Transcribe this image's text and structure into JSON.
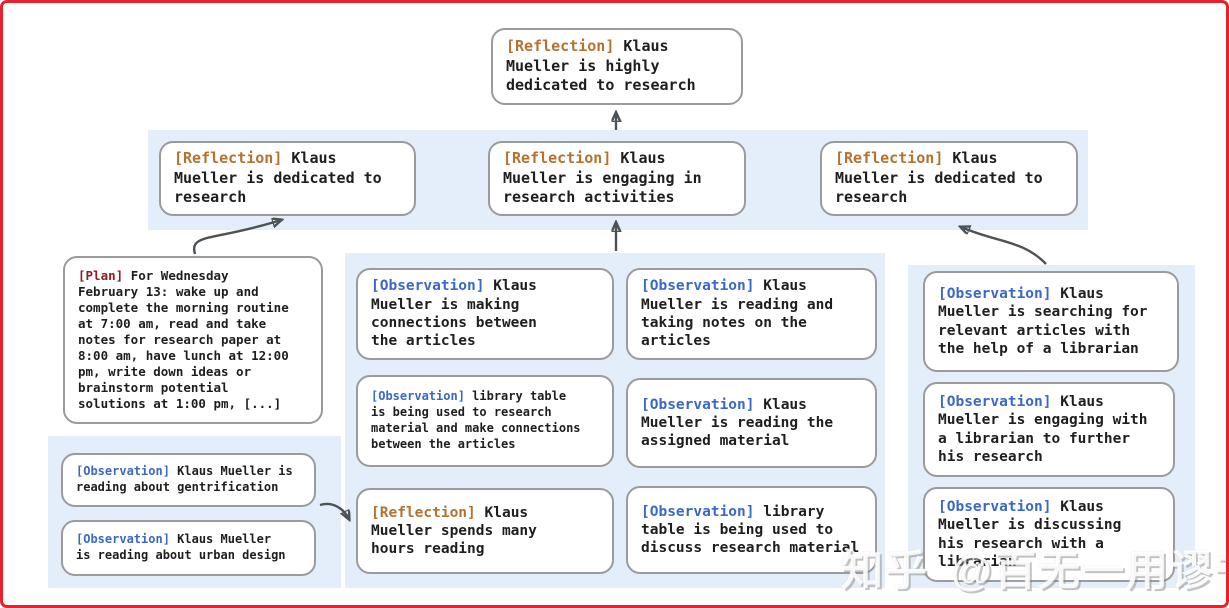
{
  "colors": {
    "frame": "#e8212e",
    "band": "#e4eefa",
    "box_border": "#9b9b9b",
    "text": "#1e1e1e",
    "reflection_tag": "#b5722f",
    "observation_tag": "#3a68c8",
    "plan_tag": "#8e1c1c",
    "arrow": "#4d5257"
  },
  "tree": {
    "root": {
      "tag": "[Reflection]",
      "text": "Klaus Mueller is highly dedicated to research"
    },
    "level2": [
      {
        "tag": "[Reflection]",
        "text": "Klaus Mueller is dedicated to research"
      },
      {
        "tag": "[Reflection]",
        "text": "Klaus Mueller is engaging in research activities"
      },
      {
        "tag": "[Reflection]",
        "text": "Klaus Mueller is dedicated to research"
      }
    ],
    "plan": {
      "tag": "[Plan]",
      "text": "For Wednesday February 13: wake up and complete the morning routine at 7:00 am, read and take notes for research paper at 8:00 am, have lunch at 12:00 pm, write down ideas or brainstorm potential solutions at 1:00 pm, [...]"
    },
    "left_observations": [
      {
        "tag": "[Observation]",
        "text": "Klaus Mueller is reading about gentrification"
      },
      {
        "tag": "[Observation]",
        "text": "Klaus Mueller is reading about urban design"
      }
    ],
    "middle_col_a": [
      {
        "tag": "[Observation]",
        "text": "Klaus Mueller is making connections between the articles"
      },
      {
        "tag": "[Observation]",
        "text": "library table is being used to research material and make connections between the articles"
      },
      {
        "tag": "[Reflection]",
        "text": "Klaus Mueller spends many hours reading"
      }
    ],
    "middle_col_b": [
      {
        "tag": "[Observation]",
        "text": "Klaus Mueller is reading and taking notes on the articles"
      },
      {
        "tag": "[Observation]",
        "text": "Klaus Mueller is reading the assigned material"
      },
      {
        "tag": "[Observation]",
        "text": "library table is being used to discuss research material"
      }
    ],
    "right_col": [
      {
        "tag": "[Observation]",
        "text": "Klaus Mueller is searching for relevant articles with the help of a librarian"
      },
      {
        "tag": "[Observation]",
        "text": "Klaus Mueller is engaging with a librarian to further his research"
      },
      {
        "tag": "[Observation]",
        "text": "Klaus Mueller is discussing his research with a librarian"
      }
    ]
  },
  "watermark": {
    "site": "知乎",
    "handle": "@百无一用谬书生"
  }
}
